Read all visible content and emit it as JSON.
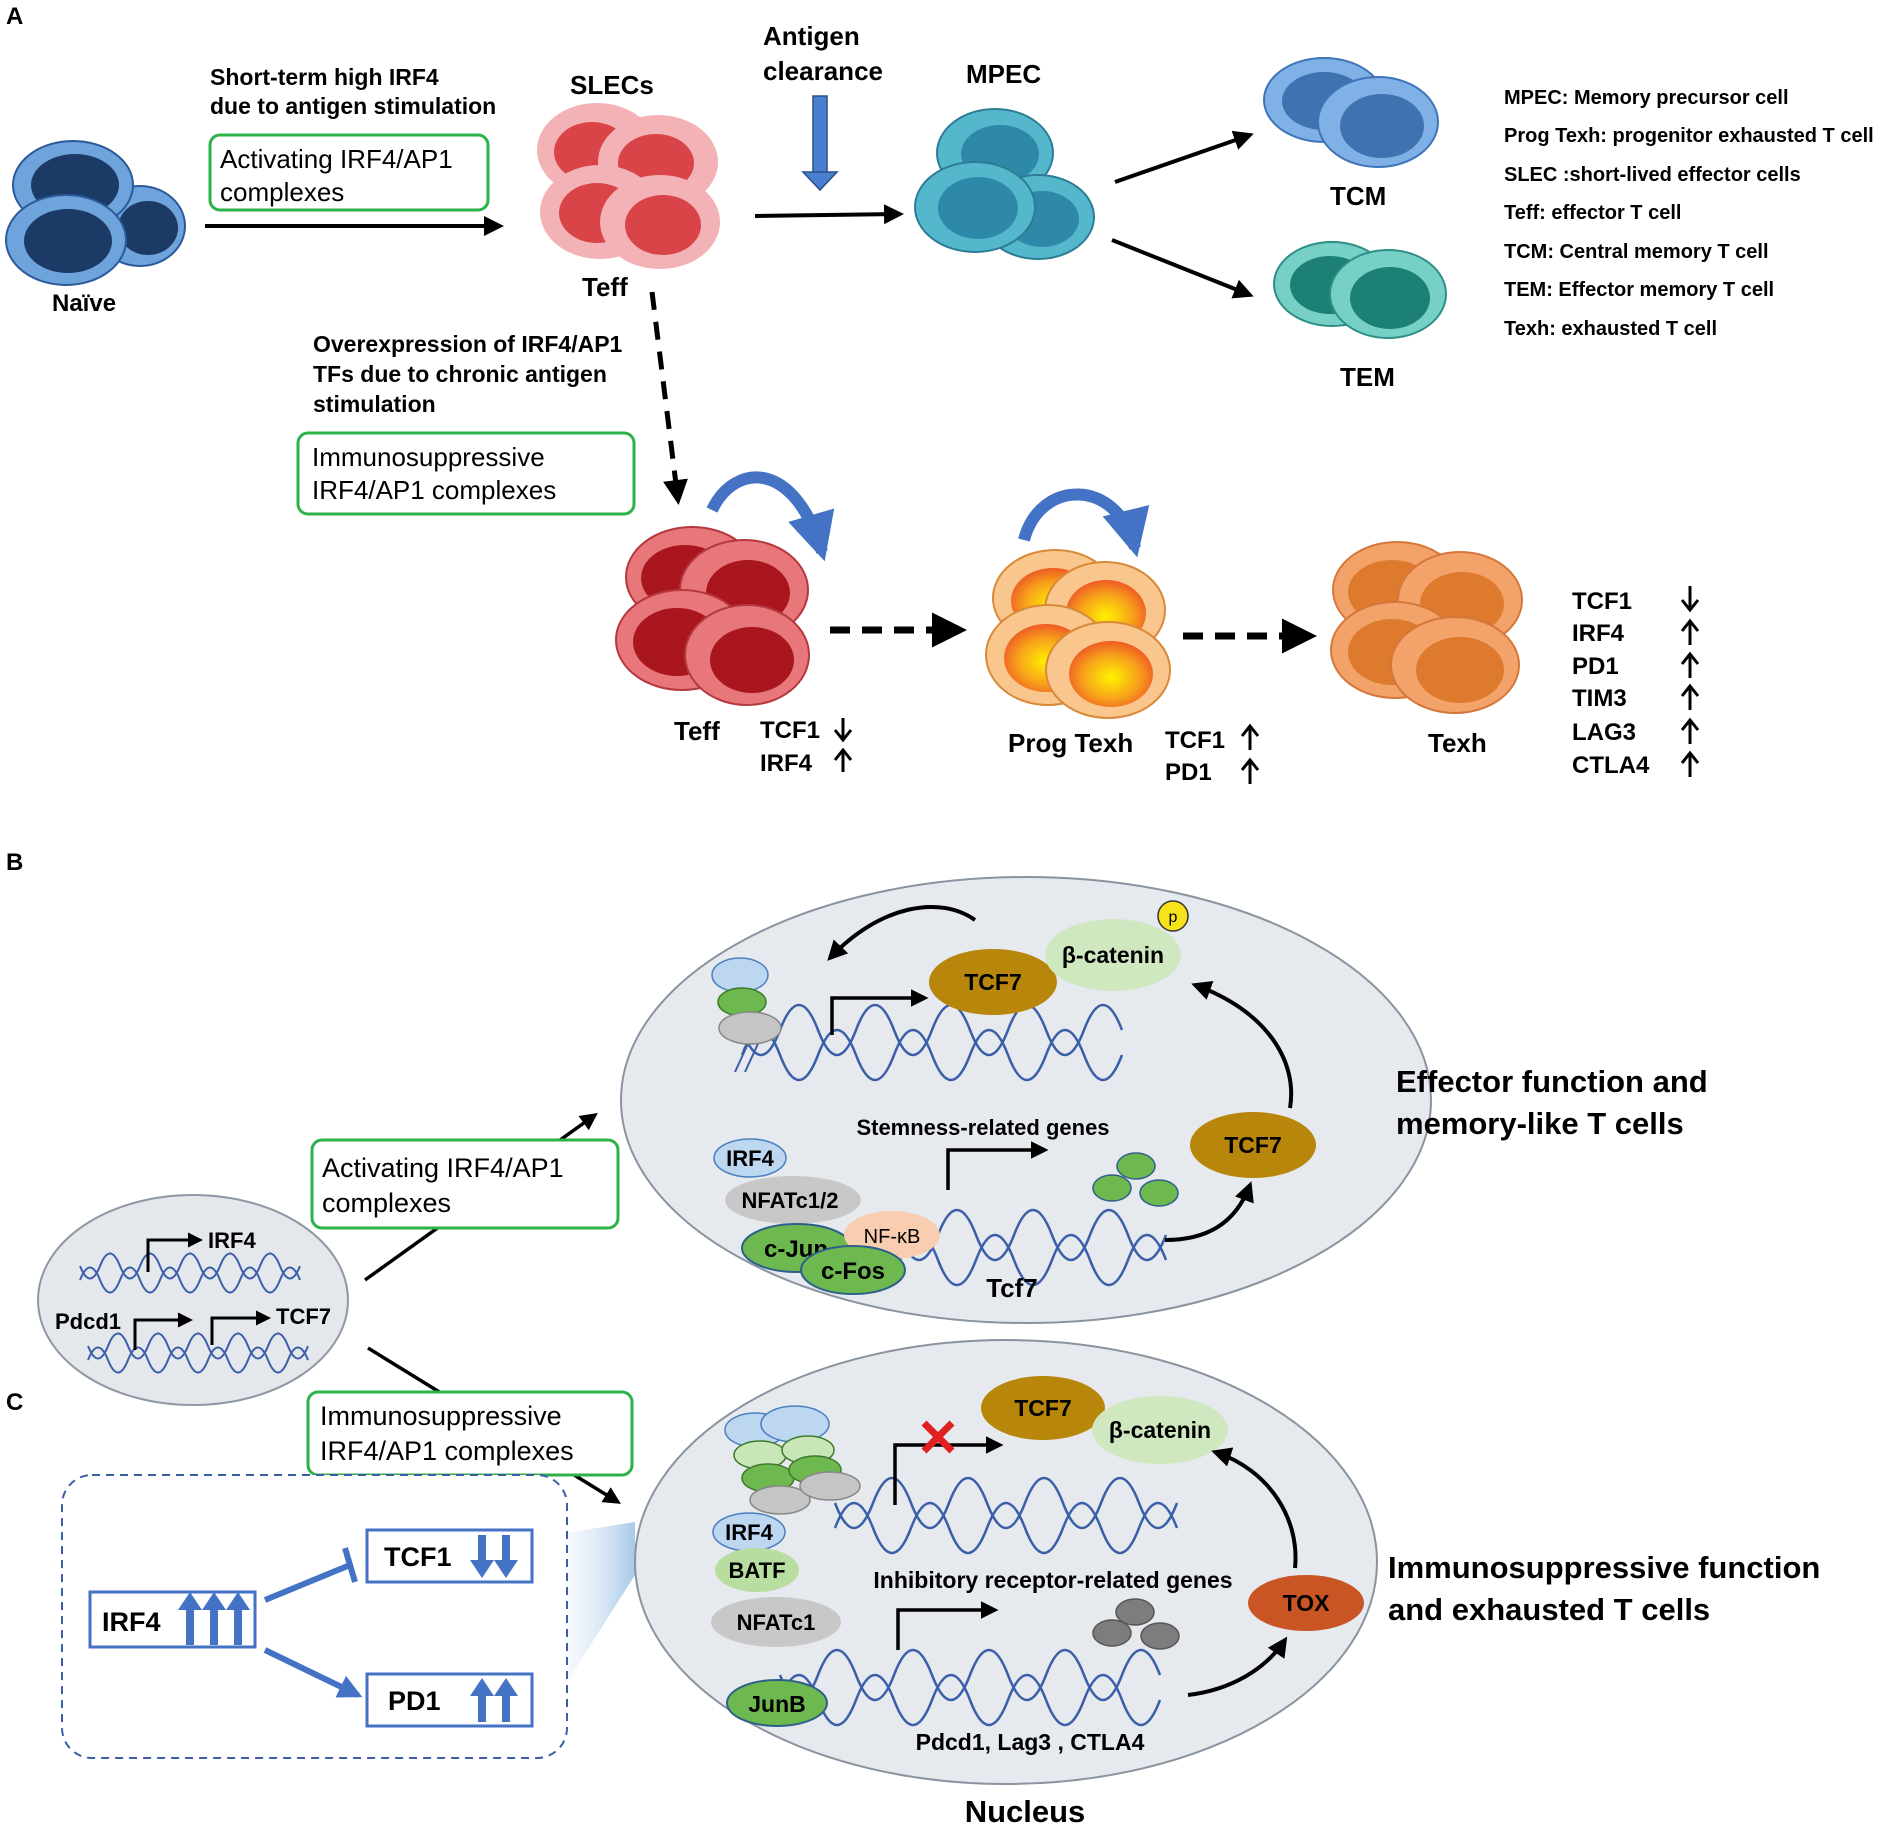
{
  "panels": {
    "a": "A",
    "b": "B",
    "c": "C"
  },
  "panel_a": {
    "naive": "Naïve",
    "short_term_line1": "Short-term high IRF4",
    "short_term_line2": "due to antigen stimulation",
    "activating_box_line1": "Activating IRF4/AP1",
    "activating_box_line2": "complexes",
    "slecs": "SLECs",
    "teff_top": "Teff",
    "antigen_line1": "Antigen",
    "antigen_line2": "clearance",
    "mpec": "MPEC",
    "tcm": "TCM",
    "tem": "TEM",
    "legend": [
      "MPEC: Memory precursor cell",
      "Prog Texh: progenitor exhausted T cell",
      "SLEC :short-lived effector cells",
      "Teff: effector T cell",
      "TCM: Central memory T cell",
      "TEM: Effector memory T cell",
      "Texh: exhausted T cell"
    ],
    "overexp_line1": "Overexpression of IRF4/AP1",
    "overexp_line2": "TFs due to chronic antigen",
    "overexp_line3": "stimulation",
    "immuno_box_line1": "Immunosuppressive",
    "immuno_box_line2": "IRF4/AP1 complexes",
    "teff_bottom": "Teff",
    "teff_markers": [
      {
        "name": "TCF1",
        "dir": "down"
      },
      {
        "name": "IRF4",
        "dir": "up"
      }
    ],
    "prog_texh": "Prog Texh",
    "prog_markers": [
      {
        "name": "TCF1",
        "dir": "up"
      },
      {
        "name": "PD1",
        "dir": "up"
      }
    ],
    "texh": "Texh",
    "texh_markers": [
      {
        "name": "TCF1",
        "dir": "down"
      },
      {
        "name": "IRF4",
        "dir": "up"
      },
      {
        "name": "PD1",
        "dir": "up"
      },
      {
        "name": "TIM3",
        "dir": "up"
      },
      {
        "name": "LAG3",
        "dir": "up"
      },
      {
        "name": "CTLA4",
        "dir": "up"
      }
    ]
  },
  "panel_b": {
    "small_nucleus": {
      "irf4": "IRF4",
      "pdcd1": "Pdcd1",
      "tcf7": "TCF7"
    },
    "activating_box_line1": "Activating IRF4/AP1",
    "activating_box_line2": "complexes",
    "phospho": "p",
    "beta_catenin": "β-catenin",
    "tcf7_top": "TCF7",
    "stemness": "Stemness-related genes",
    "irf4": "IRF4",
    "nfatc12": "NFATc1/2",
    "cjun": "c-Jun",
    "nfkb": "NF-κB",
    "cfos": "c-Fos",
    "tcf7_gene": "Tcf7",
    "tcf7_right": "TCF7",
    "outcome_line1": "Effector function and",
    "outcome_line2": "memory-like T cells"
  },
  "panel_c": {
    "immuno_box_line1": "Immunosuppressive",
    "immuno_box_line2": "IRF4/AP1 complexes",
    "inset": {
      "irf4": "IRF4",
      "tcf1": "TCF1",
      "pd1": "PD1"
    },
    "tcf7": "TCF7",
    "beta_catenin": "β-catenin",
    "irf4": "IRF4",
    "batf": "BATF",
    "inhibitory": "Inhibitory receptor-related genes",
    "nfatc1": "NFATc1",
    "tox": "TOX",
    "junb": "JunB",
    "genes": "Pdcd1, Lag3 , CTLA4",
    "outcome_line1": "Immunosuppressive function",
    "outcome_line2": "and exhausted T cells",
    "nucleus": "Nucleus"
  },
  "colors": {
    "green_box": "#2db24a",
    "arrow_blue": "#4472c4",
    "naive": "#1f3f6a",
    "slec": "#e3585e",
    "mpec": "#3a9cb8",
    "tcm": "#4a7fc0",
    "tem": "#259b8c",
    "teff_dark": "#a9161e",
    "prog": "#f4a13a",
    "texh": "#e8823a",
    "tcf7": "#b8860b",
    "tox": "#c95524"
  }
}
